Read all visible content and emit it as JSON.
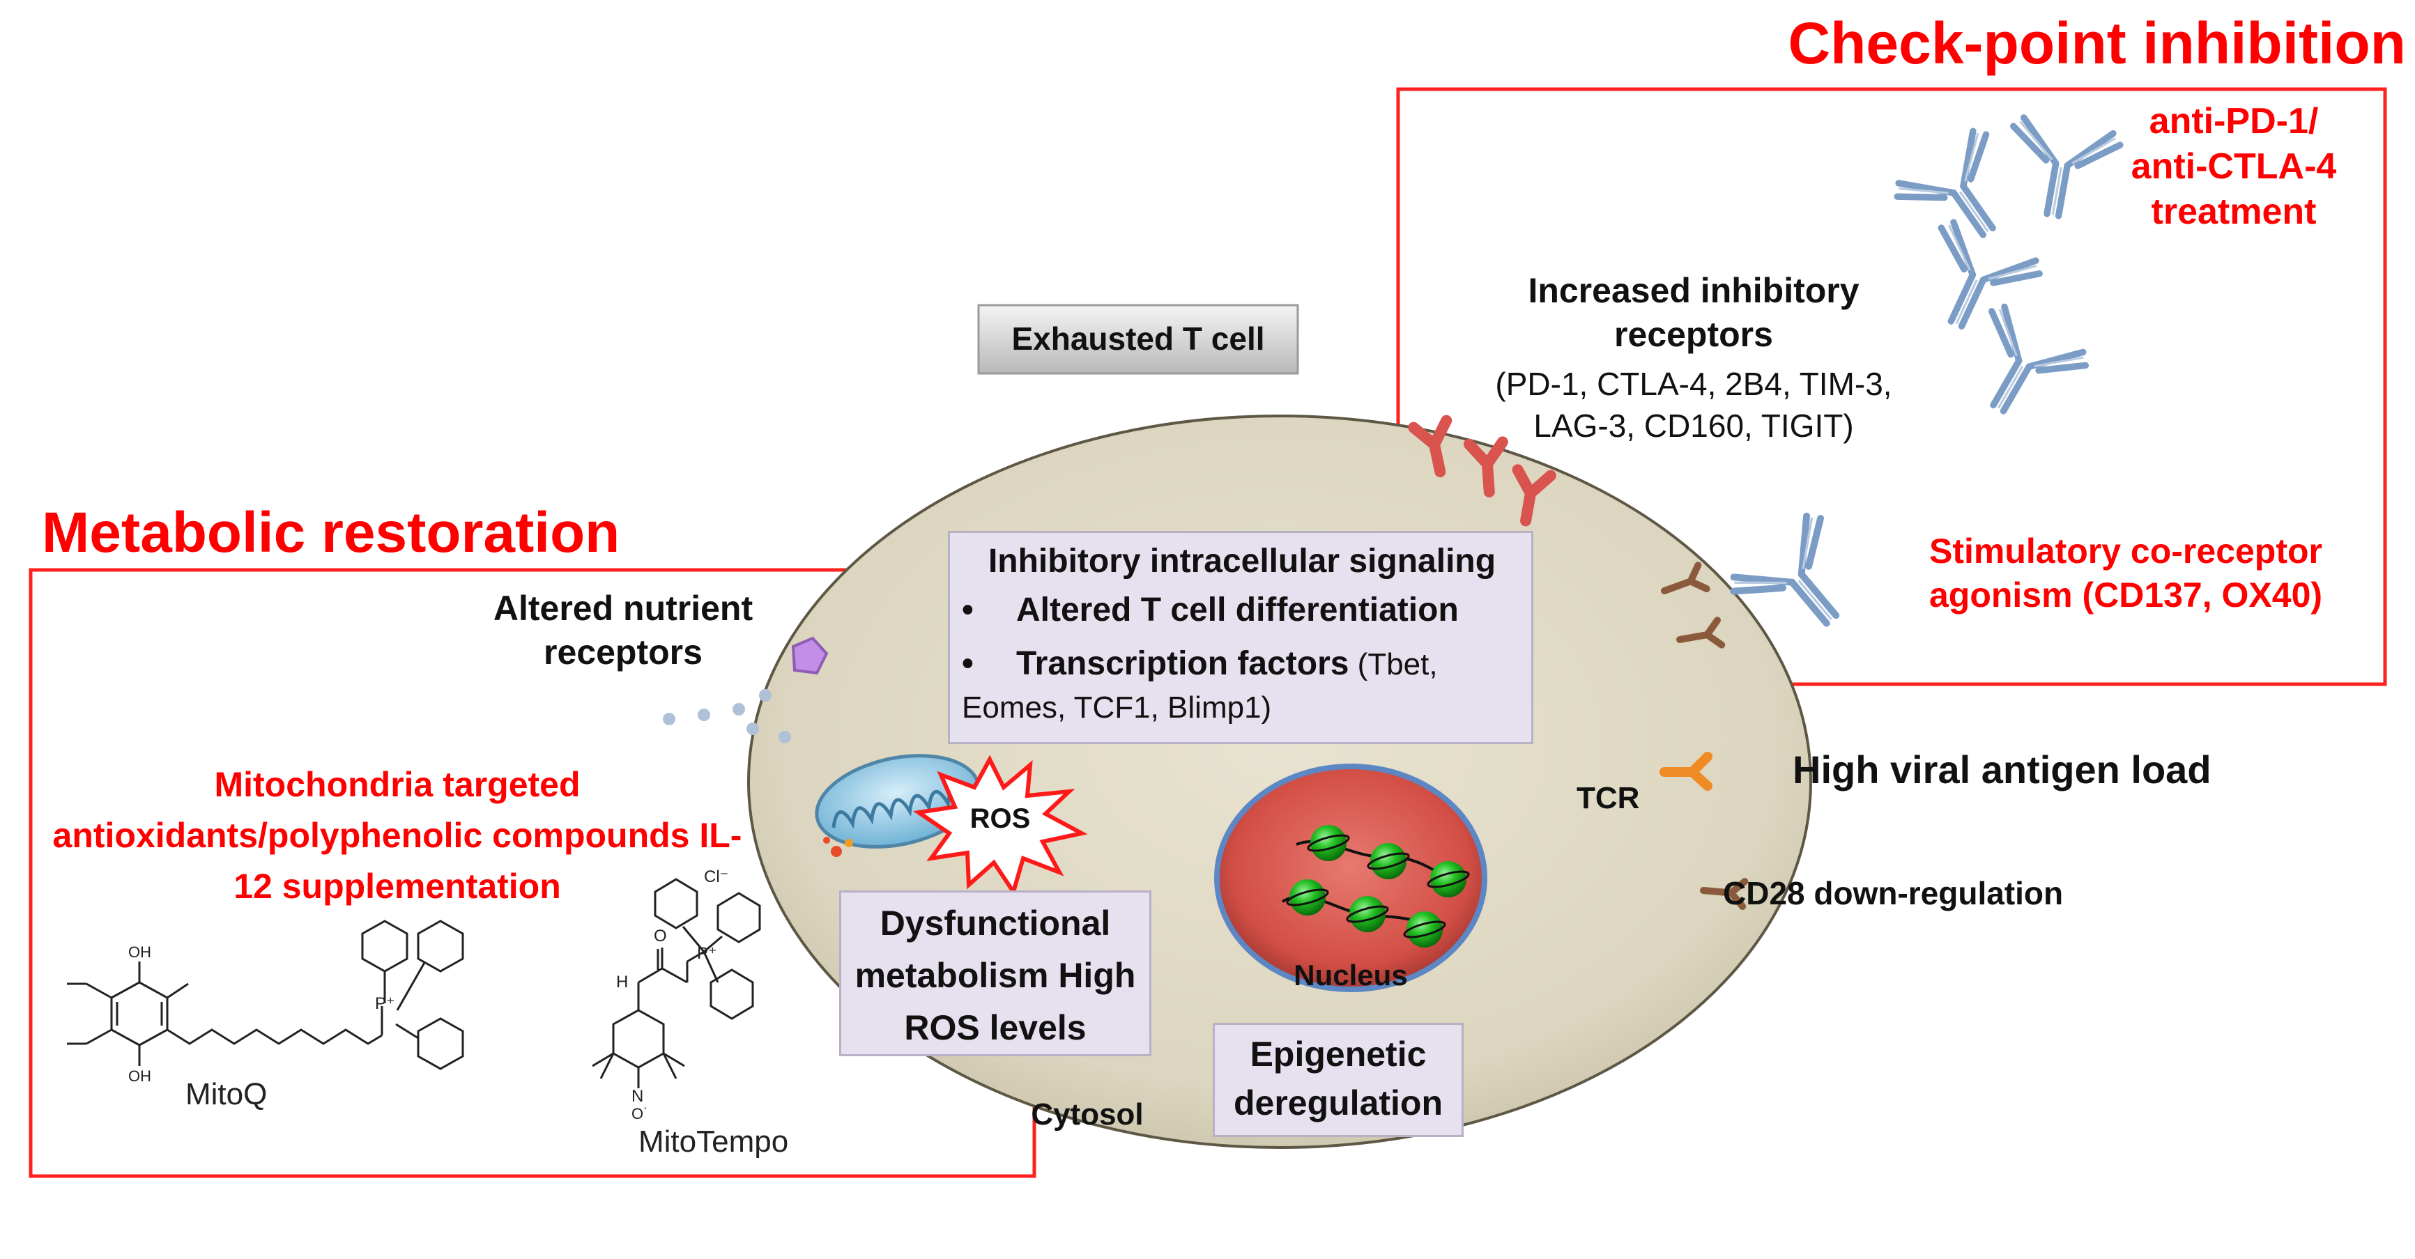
{
  "headings": {
    "checkpoint": "Check-point inhibition",
    "metabolic": "Metabolic restoration"
  },
  "checkpoint_panel": {
    "treatment": "anti-PD-1/ anti-CTLA-4 treatment",
    "receptors_title": "Increased inhibitory receptors",
    "receptors_list": "(PD-1, CTLA-4, 2B4, TIM-3, LAG-3, CD160, TIGIT)",
    "costim": "Stimulatory co-receptor agonism (CD137, OX40)"
  },
  "cell": {
    "title": "Exhausted T cell",
    "signaling_title": "Inhibitory intracellular signaling",
    "bullet1": "Altered T cell differentiation",
    "bullet2_bold": "Transcription factors",
    "bullet2_rest": " (Tbet, Eomes, TCF1, Blimp1)",
    "ros": "ROS",
    "metabolism": "Dysfunctional metabolism High ROS levels",
    "nucleus": "Nucleus",
    "epigenetic": "Epigenetic deregulation",
    "cytosol": "Cytosol"
  },
  "right_labels": {
    "tcr": "TCR",
    "viral": "High viral antigen load",
    "cd28": "CD28 down-regulation"
  },
  "metabolic_panel": {
    "nutrient": "Altered nutrient receptors",
    "targets": "Mitochondria targeted antioxidants/polyphenolic compounds IL-12 supplementation",
    "mitoq": "MitoQ",
    "mitotempo": "MitoTempo",
    "mitotempo_atoms": {
      "cl": "Cl⁻",
      "o": "O",
      "n": "N",
      "p": "P⁺",
      "nh": "H",
      "no": "O˙"
    },
    "mitoq_atoms": {
      "oh": "OH",
      "p": "P⁺"
    }
  },
  "colors": {
    "accent_red": "#ff0000",
    "cell_fill": "#dcd7c3",
    "antibody_blue": "#7b9cc4",
    "receptor_red": "#d9534f",
    "nucleus_red": "#d9534f",
    "chromatin_green": "#1fb31f"
  },
  "icons": [
    "antibody-icon",
    "inhibitory-receptor-icon",
    "mitochondrion-icon",
    "ros-burst-icon",
    "nucleus-icon",
    "tcr-icon",
    "cd28-icon",
    "nutrient-receptor-icon"
  ]
}
